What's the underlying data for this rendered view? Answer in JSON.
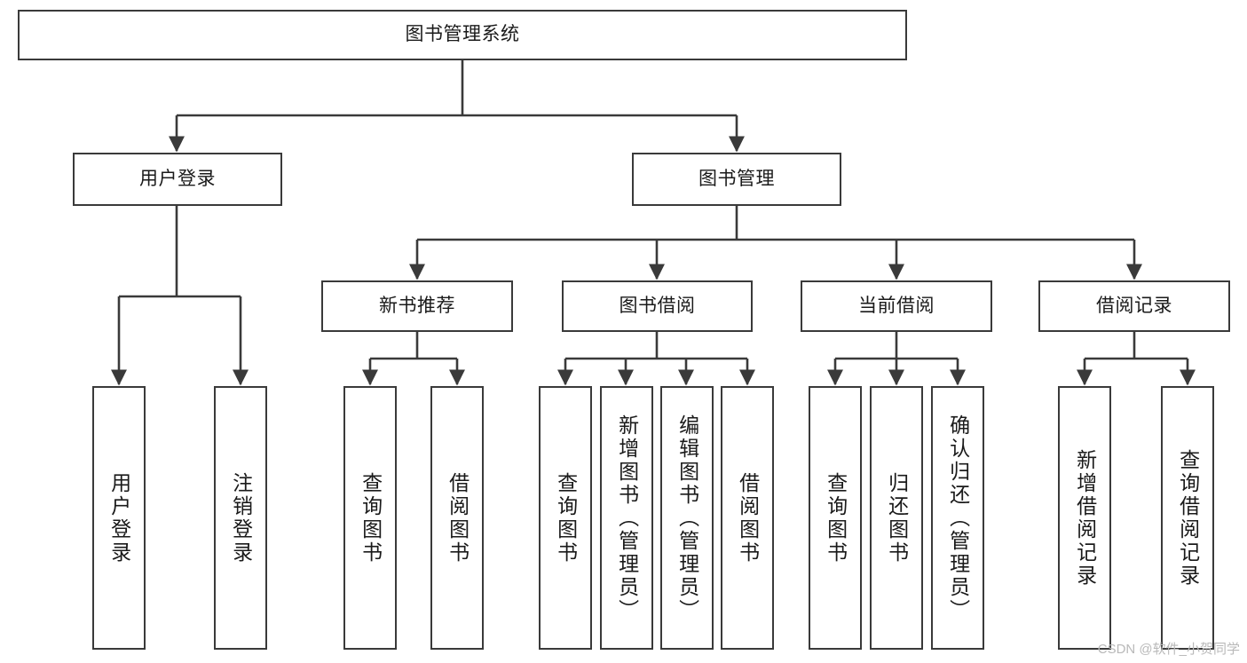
{
  "diagram": {
    "title": "图书管理系统",
    "watermark": "CSDN @软件_小贺同学",
    "line_color": "#3a3a3a",
    "box_fill": "#ffffff",
    "text_color": "#1a1a1a",
    "watermark_color": "#b9b9b9"
  },
  "nodes": {
    "root": {
      "label": "图书管理系统"
    },
    "level2": [
      {
        "id": "user-login",
        "label": "用户登录"
      },
      {
        "id": "book-manage",
        "label": "图书管理"
      }
    ],
    "level3": [
      {
        "id": "new-book-rec",
        "label": "新书推荐"
      },
      {
        "id": "book-borrow",
        "label": "图书借阅"
      },
      {
        "id": "current-borrow",
        "label": "当前借阅"
      },
      {
        "id": "borrow-record",
        "label": "借阅记录"
      }
    ],
    "leaves": {
      "user_login": [
        {
          "id": "leaf-user-login",
          "label": "用户登录"
        },
        {
          "id": "leaf-logout",
          "label": "注销登录"
        }
      ],
      "new_book_rec": [
        {
          "id": "leaf-query-book-1",
          "label": "查询图书"
        },
        {
          "id": "leaf-borrow-book-1",
          "label": "借阅图书"
        }
      ],
      "book_borrow": [
        {
          "id": "leaf-query-book-2",
          "label": "查询图书"
        },
        {
          "id": "leaf-add-book",
          "label": "新增图书（管理员）"
        },
        {
          "id": "leaf-edit-book",
          "label": "编辑图书（管理员）"
        },
        {
          "id": "leaf-borrow-book-2",
          "label": "借阅图书"
        }
      ],
      "current_borrow": [
        {
          "id": "leaf-query-book-3",
          "label": "查询图书"
        },
        {
          "id": "leaf-return-book",
          "label": "归还图书"
        },
        {
          "id": "leaf-confirm-return",
          "label": "确认归还（管理员）"
        }
      ],
      "borrow_record": [
        {
          "id": "leaf-add-record",
          "label": "新增借阅记录"
        },
        {
          "id": "leaf-query-record",
          "label": "查询借阅记录"
        }
      ]
    }
  }
}
